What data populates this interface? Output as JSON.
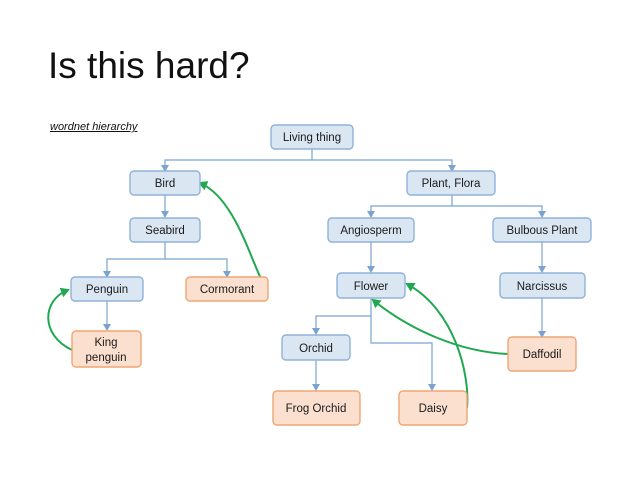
{
  "title": "Is this hard?",
  "subtitle": "wordnet hierarchy",
  "colors": {
    "node_fill_blue": "#dbe6f3",
    "node_stroke_blue": "#8fb2d8",
    "node_fill_orange": "#fbdfcf",
    "node_stroke_orange": "#f0a574",
    "tree_line": "#7aa3cf",
    "highlight_arrow": "#1fa84f"
  },
  "nodes": {
    "living_thing": "Living thing",
    "bird": "Bird",
    "plant_flora": "Plant, Flora",
    "seabird": "Seabird",
    "angiosperm": "Angiosperm",
    "bulbous_plant": "Bulbous Plant",
    "penguin": "Penguin",
    "cormorant": "Cormorant",
    "flower": "Flower",
    "narcissus": "Narcissus",
    "king_penguin_line1": "King",
    "king_penguin_line2": "penguin",
    "orchid": "Orchid",
    "daffodil": "Daffodil",
    "frog_orchid": "Frog Orchid",
    "daisy": "Daisy"
  }
}
